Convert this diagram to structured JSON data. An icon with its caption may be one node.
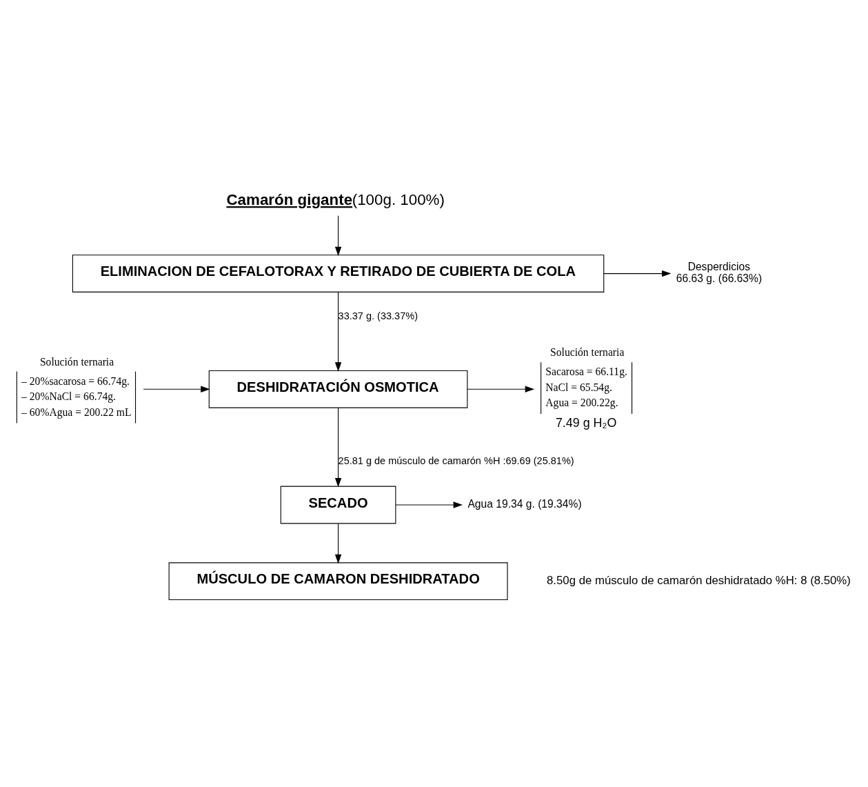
{
  "diagram": {
    "nodes": [
      {
        "text": [
          "Camarón gigante",
          "(100g. 100%)"
        ]
      },
      {
        "text": [
          "ELIMINACION DE CEFALOTORAX Y RETIRADO DE CUBIERTA DE COLA"
        ]
      },
      {
        "text": [
          "Desperdicios",
          "66.63 g. (66.63%)"
        ]
      },
      {
        "text": [
          "DESHIDRATACIÓN OSMOTICA"
        ]
      },
      {
        "text": [
          "Solución ternaria",
          "– 20%sacarosa = 66.74g.",
          "– 20%NaCl = 66.74g.",
          "– 60%Agua = 200.22 mL"
        ]
      },
      {
        "text": [
          "Solución ternaria",
          "Sacarosa = 66.11g.",
          "NaCl = 65.54g.",
          "Agua = 200.22g.",
          "7.49 g H₂O"
        ]
      },
      {
        "text": [
          "SECADO"
        ]
      },
      {
        "text": [
          "Agua 19.34 g. (19.34%)"
        ]
      },
      {
        "text": [
          "MÚSCULO DE CAMARON DESHIDRATADO"
        ],
        "beside": [
          "8.50g de músculo de camarón deshidratado %H: 8 (8.50%)"
        ]
      }
    ],
    "edges": [
      {
        "from": 0,
        "to": 1,
        "arrow": "to"
      },
      {
        "from": 1,
        "to": 2,
        "arrow": "to"
      },
      {
        "from": 1,
        "to": 3,
        "arrow": "to",
        "label": "33.37 g. (33.37%)"
      },
      {
        "from": 4,
        "to": 3,
        "arrow": "to"
      },
      {
        "from": 3,
        "to": 5,
        "arrow": "to"
      },
      {
        "from": 3,
        "to": 6,
        "arrow": "to",
        "label": "25.81 g de músculo de camarón %H :69.69 (25.81%)"
      },
      {
        "from": 6,
        "to": 7,
        "arrow": "to"
      },
      {
        "from": 6,
        "to": 8,
        "arrow": "to"
      }
    ]
  }
}
